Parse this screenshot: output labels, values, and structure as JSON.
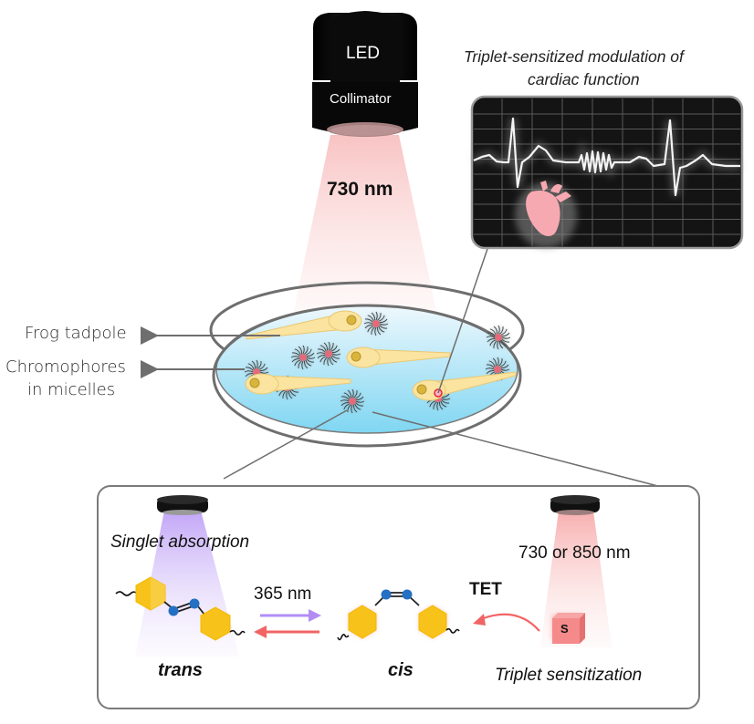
{
  "figure": {
    "light_source": {
      "led_label": "LED",
      "collimator_label": "Collimator",
      "wavelength": "730 nm"
    },
    "inset": {
      "title_line1": "Triplet-sensitized modulation of",
      "title_line2": "cardiac function",
      "icons": [
        "ecg-trace-icon",
        "heart-icon"
      ]
    },
    "dish": {
      "labels": [
        {
          "text": "Frog tadpole"
        },
        {
          "text": "Chromophores"
        },
        {
          "text": "in micelles"
        }
      ],
      "tadpole_count": 4,
      "micelle_count": 9
    },
    "mechanism": {
      "singlet_label": "Singlet absorption",
      "uv_wavelength": "365 nm",
      "trans_label": "trans",
      "cis_label": "cis",
      "tet_label": "TET",
      "nir_wavelength": "730 or 850 nm",
      "sensitizer_label": "S",
      "triplet_label": "Triplet sensitization"
    },
    "colors": {
      "uv_arrow": "#b28cf5",
      "red_arrow": "#f26464",
      "hexagon": "#f7c21a",
      "azo_atom": "#2470c2",
      "water": "#7fd6f2",
      "tadpole": "#fbe3a0",
      "heart": "#f7a9b2",
      "monitor_bg": "#141414",
      "sensitizer_cube": "#f58a8a"
    }
  }
}
